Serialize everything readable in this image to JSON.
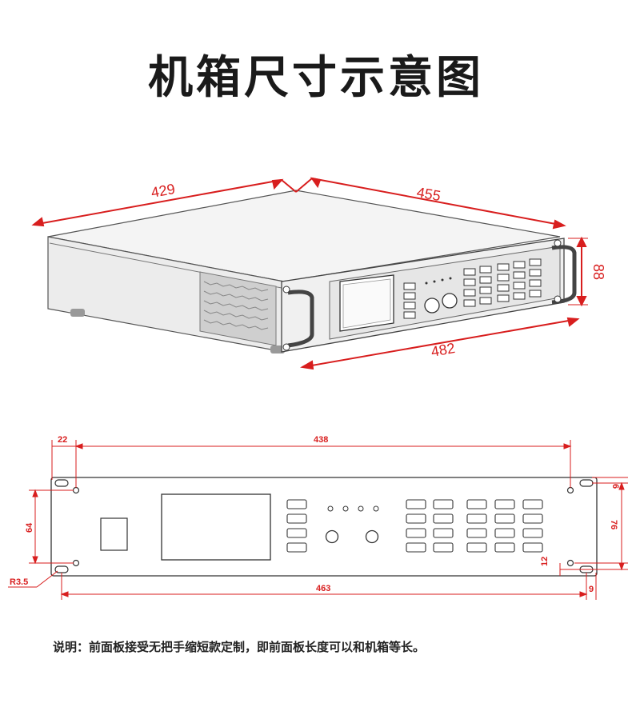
{
  "title": "机箱尺寸示意图",
  "iso_dims": {
    "depth_left": "429",
    "depth_right": "455",
    "width": "482",
    "height": "88"
  },
  "front_dims": {
    "top_offset": "22",
    "top_span": "438",
    "left_height": "64",
    "radius": "R3.5",
    "bottom_span": "463",
    "right_small": "9",
    "right_top": "6",
    "right_height": "76",
    "right_bottom": "12"
  },
  "note": "说明：前面板接受无把手缩短款定制，即前面板长度可以和机箱等长。",
  "colors": {
    "dim_red": "#d81e1e",
    "dim_blue": "#3a5bd6",
    "outline": "#333333"
  }
}
